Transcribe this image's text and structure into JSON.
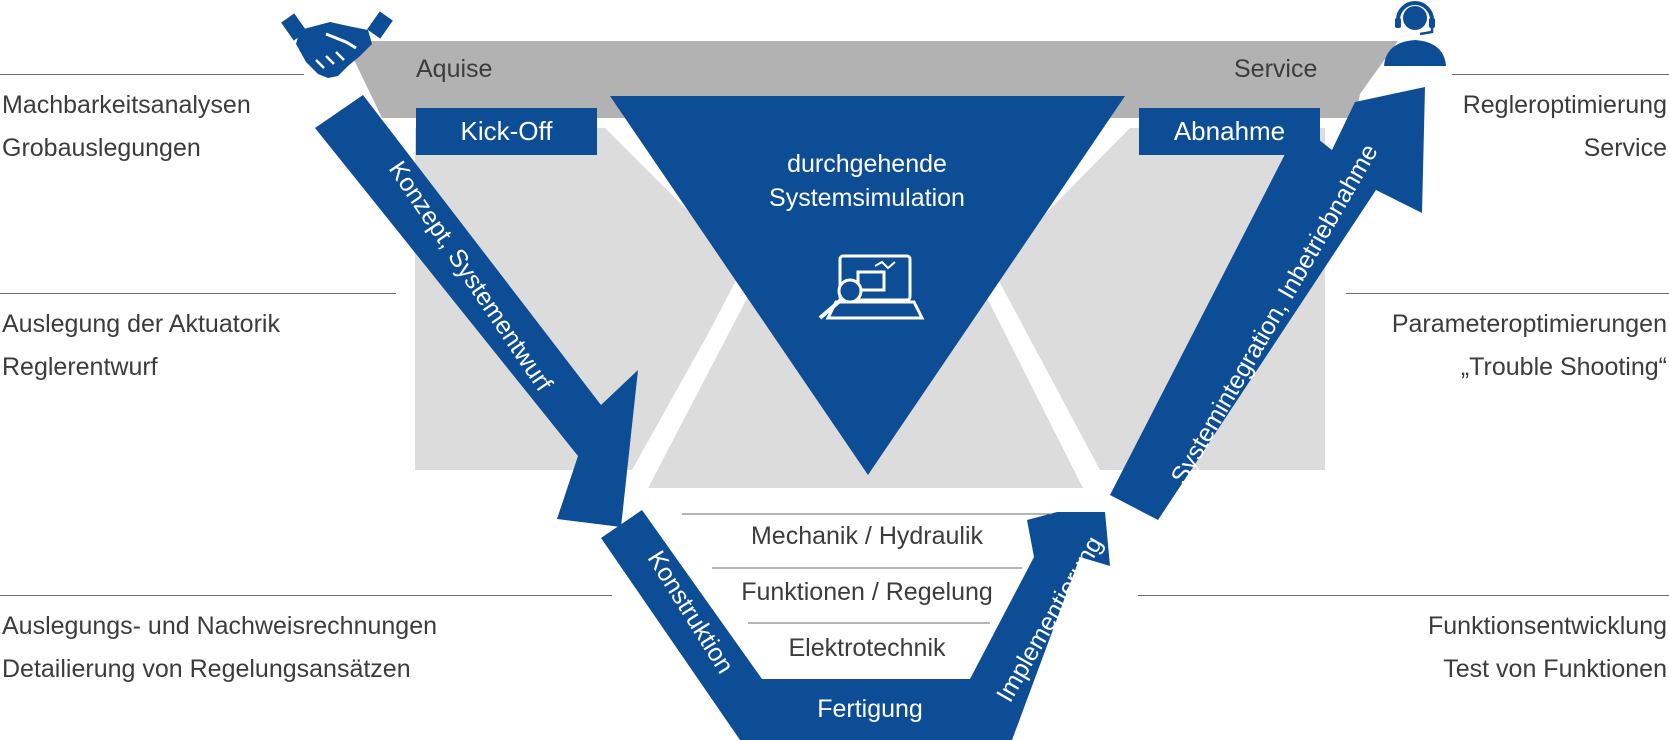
{
  "top_labels": {
    "left": "Aquise",
    "right": "Service"
  },
  "boxes": {
    "kickoff": "Kick-Off",
    "abnahme": "Abnahme"
  },
  "center": {
    "line1": "durchgehende",
    "line2": "Systemsimulation"
  },
  "arrows": {
    "left_long": "Konzept, Systementwurf",
    "left_short": "Konstruktion",
    "bottom": "Fertigung",
    "right_short": "Implementierung",
    "right_long": "Systemintegration, Inbetriebnahme"
  },
  "disciplines": [
    "Mechanik / Hydraulik",
    "Funktionen / Regelung",
    "Elektrotechnik"
  ],
  "left_notes": [
    [
      "Machbarkeitsanalysen",
      "Grobauslegungen"
    ],
    [
      "Auslegung der Aktuatorik",
      "Reglerentwurf"
    ],
    [
      "Auslegungs- und Nachweisrechnungen",
      "Detailierung von Regelungsansätzen"
    ]
  ],
  "right_notes": [
    [
      "Regleroptimierung",
      "Service"
    ],
    [
      "Parameteroptimierungen",
      "„Trouble Shooting“"
    ],
    [
      "Funktionsentwicklung",
      "Test von Funktionen"
    ]
  ],
  "icons": [
    "handshake-icon",
    "headset-person-icon",
    "simulation-workstation-icon"
  ],
  "colors": {
    "blue": "#0d4d96",
    "grey_band": "#b2b2b2",
    "light_grey": "#dcdcdc"
  }
}
